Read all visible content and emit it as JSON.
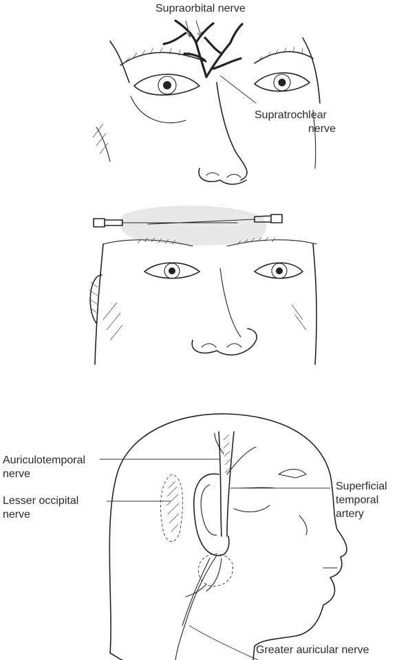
{
  "figures": {
    "panel1": {
      "label_supraorbital": "Supraorbital nerve",
      "label_supratrochlear_line1": "Supratrochlear",
      "label_supratrochlear_line2": "nerve"
    },
    "panel3": {
      "label_auriculotemporal_line1": "Auriculotemporal",
      "label_auriculotemporal_line2": "nerve",
      "label_lesser_occipital_line1": "Lesser occipital",
      "label_lesser_occipital_line2": "nerve",
      "label_superficial_line1": "Superficial",
      "label_superficial_line2": "temporal",
      "label_superficial_line3": "artery",
      "label_greater_auricular": "Greater auricular nerve"
    }
  }
}
